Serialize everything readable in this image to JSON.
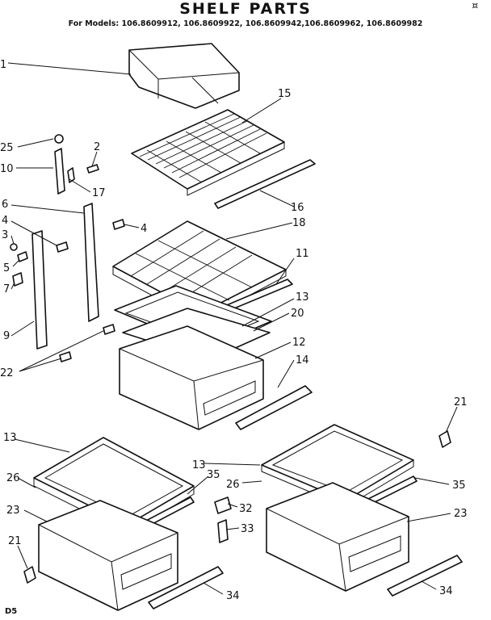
{
  "header": {
    "title": "SHELF PARTS",
    "models": "For Models: 106.8609912, 106.8609922, 106.8609942,106.8609962, 106.8609982",
    "corner_mark": "¤"
  },
  "footer": {
    "code": "D5"
  },
  "callouts": [
    {
      "id": "1",
      "label": "1"
    },
    {
      "id": "15",
      "label": "15"
    },
    {
      "id": "25",
      "label": "25"
    },
    {
      "id": "2",
      "label": "2"
    },
    {
      "id": "10",
      "label": "10"
    },
    {
      "id": "17",
      "label": "17"
    },
    {
      "id": "16",
      "label": "16"
    },
    {
      "id": "6",
      "label": "6"
    },
    {
      "id": "18",
      "label": "18"
    },
    {
      "id": "4a",
      "label": "4"
    },
    {
      "id": "4b",
      "label": "4"
    },
    {
      "id": "3",
      "label": "3"
    },
    {
      "id": "11",
      "label": "11"
    },
    {
      "id": "5",
      "label": "5"
    },
    {
      "id": "7",
      "label": "7"
    },
    {
      "id": "13a",
      "label": "13"
    },
    {
      "id": "20",
      "label": "20"
    },
    {
      "id": "9",
      "label": "9"
    },
    {
      "id": "12",
      "label": "12"
    },
    {
      "id": "14",
      "label": "14"
    },
    {
      "id": "22",
      "label": "22"
    },
    {
      "id": "21a",
      "label": "21"
    },
    {
      "id": "13b",
      "label": "13"
    },
    {
      "id": "13c",
      "label": "13"
    },
    {
      "id": "35a",
      "label": "35"
    },
    {
      "id": "26a",
      "label": "26"
    },
    {
      "id": "26b",
      "label": "26"
    },
    {
      "id": "35b",
      "label": "35"
    },
    {
      "id": "23a",
      "label": "23"
    },
    {
      "id": "32",
      "label": "32"
    },
    {
      "id": "23b",
      "label": "23"
    },
    {
      "id": "33",
      "label": "33"
    },
    {
      "id": "21b",
      "label": "21"
    },
    {
      "id": "34a",
      "label": "34"
    },
    {
      "id": "34b",
      "label": "34"
    }
  ]
}
